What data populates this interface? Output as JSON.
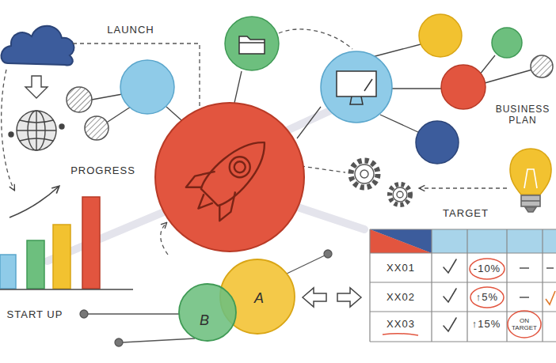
{
  "diagram": {
    "nodes": [
      {
        "text": [
          "A"
        ]
      },
      {
        "text": [
          "B"
        ]
      }
    ],
    "labels": [
      "LAUNCH",
      "PROGRESS",
      "BUSINESS PLAN",
      "TARGET",
      "START UP",
      "XX01",
      "XX02",
      "XX03",
      "-10%",
      "↑5%",
      "↑15%",
      "ON TARGET"
    ]
  }
}
